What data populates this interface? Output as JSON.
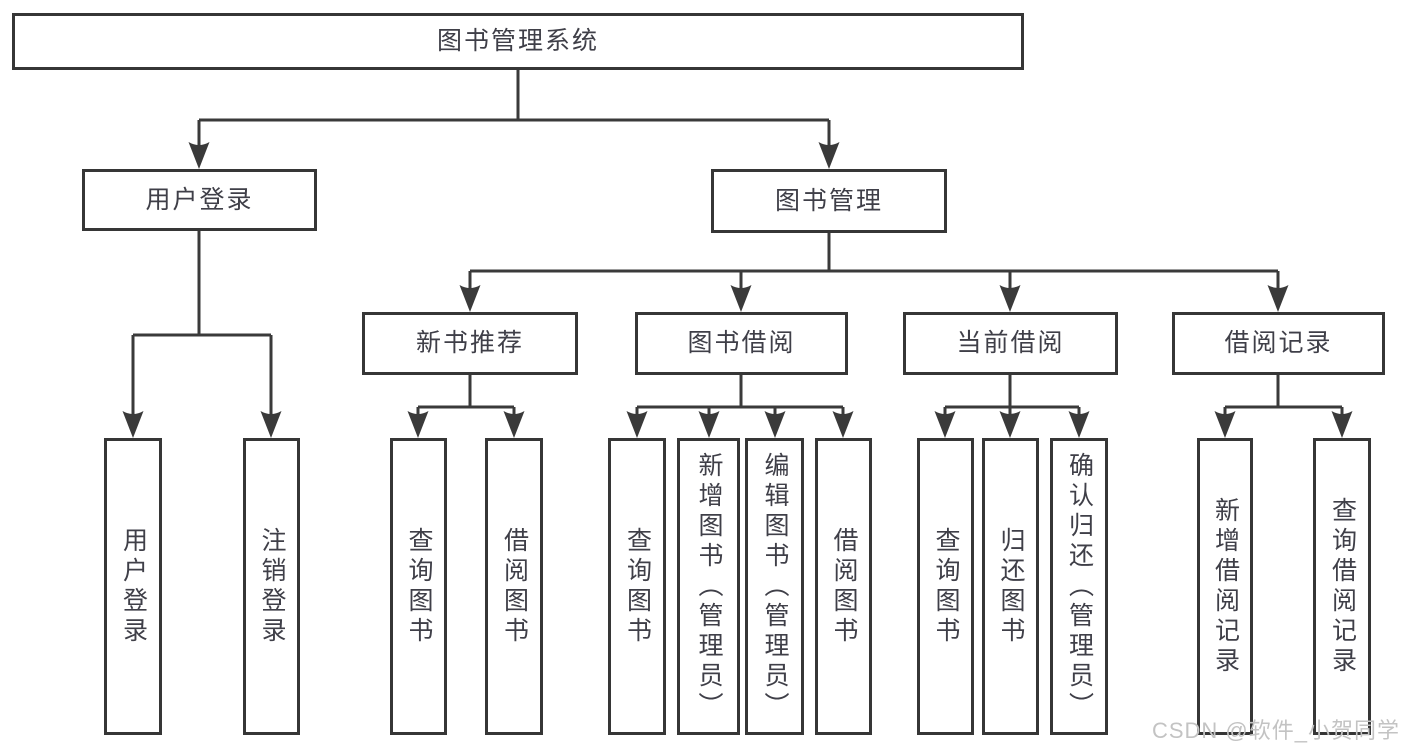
{
  "colors": {
    "line": "#3a3a3a",
    "box_border": "#363636",
    "text": "#3f3f48",
    "watermark": "#c3c3c3",
    "background": "#ffffff"
  },
  "watermark": {
    "text": "CSDN @软件_小贺同学"
  },
  "tree": {
    "label": "图书管理系统",
    "children": [
      {
        "label": "用户登录",
        "children": [
          {
            "label": "用户登录"
          },
          {
            "label": "注销登录"
          }
        ]
      },
      {
        "label": "图书管理",
        "children": [
          {
            "label": "新书推荐",
            "children": [
              {
                "label": "查询图书"
              },
              {
                "label": "借阅图书"
              }
            ]
          },
          {
            "label": "图书借阅",
            "children": [
              {
                "label": "查询图书"
              },
              {
                "label": "新增图书（管理员）"
              },
              {
                "label": "编辑图书（管理员）"
              },
              {
                "label": "借阅图书"
              }
            ]
          },
          {
            "label": "当前借阅",
            "children": [
              {
                "label": "查询图书"
              },
              {
                "label": "归还图书"
              },
              {
                "label": "确认归还（管理员）"
              }
            ]
          },
          {
            "label": "借阅记录",
            "children": [
              {
                "label": "新增借阅记录"
              },
              {
                "label": "查询借阅记录"
              }
            ]
          }
        ]
      }
    ]
  }
}
